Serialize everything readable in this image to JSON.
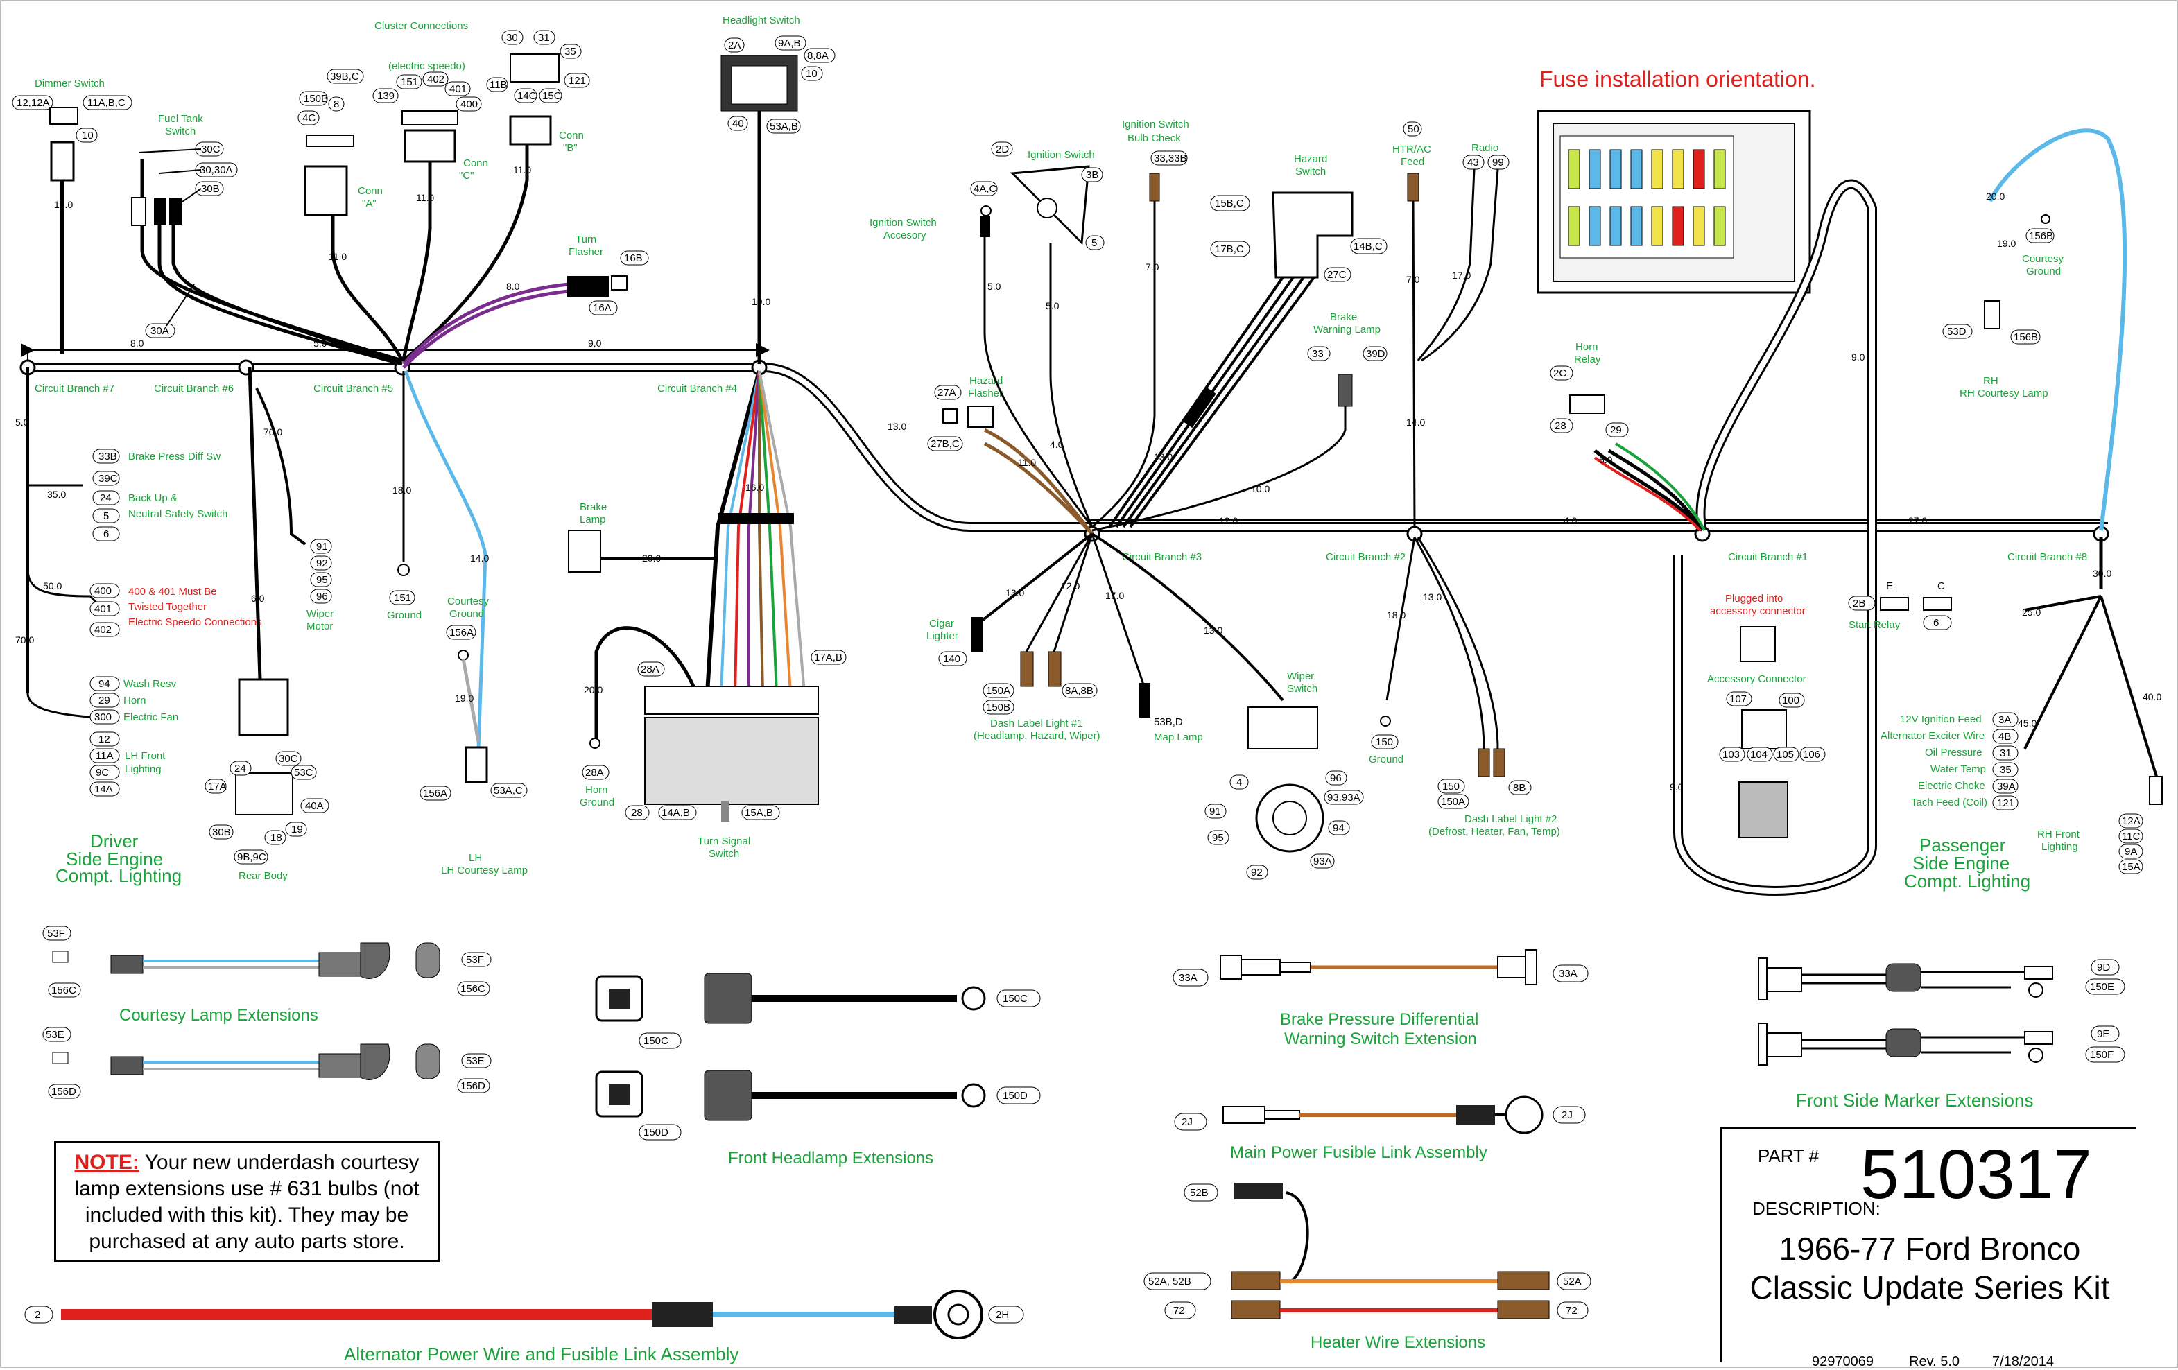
{
  "part": {
    "label": "PART #",
    "number": "510317",
    "desc_label": "DESCRIPTION:",
    "desc_line1": "1966-77 Ford Bronco",
    "desc_line2": "Classic Update Series Kit",
    "doc_no": "92970069",
    "rev": "Rev. 5.0",
    "date": "7/18/2014"
  },
  "note": {
    "title": "NOTE:",
    "body": "Your new underdash courtesy lamp extensions use # 631 bulbs (not included with this kit). They may be purchased at any auto parts store."
  },
  "fuse_title": "Fuse installation orientation.",
  "branches": [
    "Circuit Branch #7",
    "Circuit Branch #6",
    "Circuit Branch #5",
    "Circuit Branch #4",
    "Circuit Branch #3",
    "Circuit Branch #2",
    "Circuit Branch #1",
    "Circuit Branch #8"
  ],
  "trunk_lengths": [
    "8.0",
    "5.0",
    "9.0",
    "12.0",
    "4.0",
    "27.0",
    "13.0"
  ],
  "components": {
    "dimmer": "Dimmer Switch",
    "fuel_tank": "Fuel Tank Switch",
    "cluster": "Cluster Connections",
    "elec_speedo": "(electric speedo)",
    "conn_a": "Conn \"A\"",
    "conn_b": "Conn \"B\"",
    "conn_c": "Conn \"C\"",
    "headlight": "Headlight Switch",
    "turn_flasher": "Turn Flasher",
    "ign_switch": "Ignition Switch",
    "ign_acc": "Ignition Switch Accesory",
    "ign_bulb": "Ignition Switch Bulb Check",
    "hazard_sw": "Hazard Switch",
    "htr_ac": "HTR/AC Feed",
    "radio": "Radio",
    "hazard_flasher": "Hazard Flasher",
    "brake_warn": "Brake Warning Lamp",
    "horn_relay": "Horn Relay",
    "courtesy_ground_r": "Courtesy Ground",
    "rh_courtesy": "RH Courtesy Lamp",
    "brake_lamp": "Brake Lamp",
    "courtesy_ground_l": "Courtesy Ground",
    "lh_courtesy": "LH Courtesy Lamp",
    "ground": "Ground",
    "horn_ground": "Horn Ground",
    "wiper_motor": "Wiper Motor",
    "rear_body": "Rear Body",
    "turn_signal": "Turn Signal Switch",
    "cigar": "Cigar Lighter",
    "dash1": "Dash Label Light #1",
    "dash1b": "(Headlamp, Hazard, Wiper)",
    "map_lamp": "Map Lamp",
    "wiper_switch": "Wiper Switch",
    "dash2": "Dash Label Light #2",
    "dash2b": "(Defrost, Heater, Fan, Temp)",
    "acc_plug": "Plugged into accessory connector",
    "acc_conn": "Accessory Connector",
    "start_relay": "Start Relay",
    "rh_front": "RH Front Lighting"
  },
  "left_list": [
    {
      "id": "33B",
      "text": "Brake Press Diff Sw"
    },
    {
      "id": "39C",
      "text": ""
    },
    {
      "id": "24",
      "text": "Back Up &"
    },
    {
      "id": "5",
      "text": "Neutral Safety Switch"
    },
    {
      "id": "6",
      "text": ""
    },
    {
      "id": "400",
      "text": "400 & 401 Must Be"
    },
    {
      "id": "401",
      "text": "Twisted Together"
    },
    {
      "id": "402",
      "text": "Electric Speedo Connections"
    },
    {
      "id": "94",
      "text": "Wash Resv"
    },
    {
      "id": "29",
      "text": "Horn"
    },
    {
      "id": "300",
      "text": "Electric Fan"
    },
    {
      "id": "12",
      "text": ""
    },
    {
      "id": "11A",
      "text": "LH Front"
    },
    {
      "id": "9C",
      "text": "Lighting"
    },
    {
      "id": "14A",
      "text": ""
    }
  ],
  "right_list": [
    {
      "id": "3A",
      "text": "12V Ignition Feed"
    },
    {
      "id": "4B",
      "text": "Alternator Exciter Wire"
    },
    {
      "id": "31",
      "text": "Oil Pressure"
    },
    {
      "id": "35",
      "text": "Water Temp"
    },
    {
      "id": "39A",
      "text": "Electric Choke"
    },
    {
      "id": "121",
      "text": "Tach Feed (Coil)"
    }
  ],
  "side_labels": {
    "driver": "Driver Side Engine Compt. Lighting",
    "passenger": "Passenger Side Engine Compt. Lighting"
  },
  "extensions": {
    "courtesy": "Courtesy Lamp Extensions",
    "headlamp": "Front Headlamp Extensions",
    "brake_diff": "Brake Pressure Differential Warning Switch Extension",
    "fusible": "Main Power Fusible Link Assembly",
    "heater": "Heater Wire Extensions",
    "alternator": "Alternator Power Wire and Fusible Link Assembly",
    "marker": "Front Side Marker Extensions"
  },
  "wire_colors": [
    "#5bb8e8",
    "#e0201c",
    "#8a5a2b",
    "#1aa33a",
    "#7b2d8e",
    "#aaaaaa",
    "#e8862f",
    "#000000"
  ]
}
